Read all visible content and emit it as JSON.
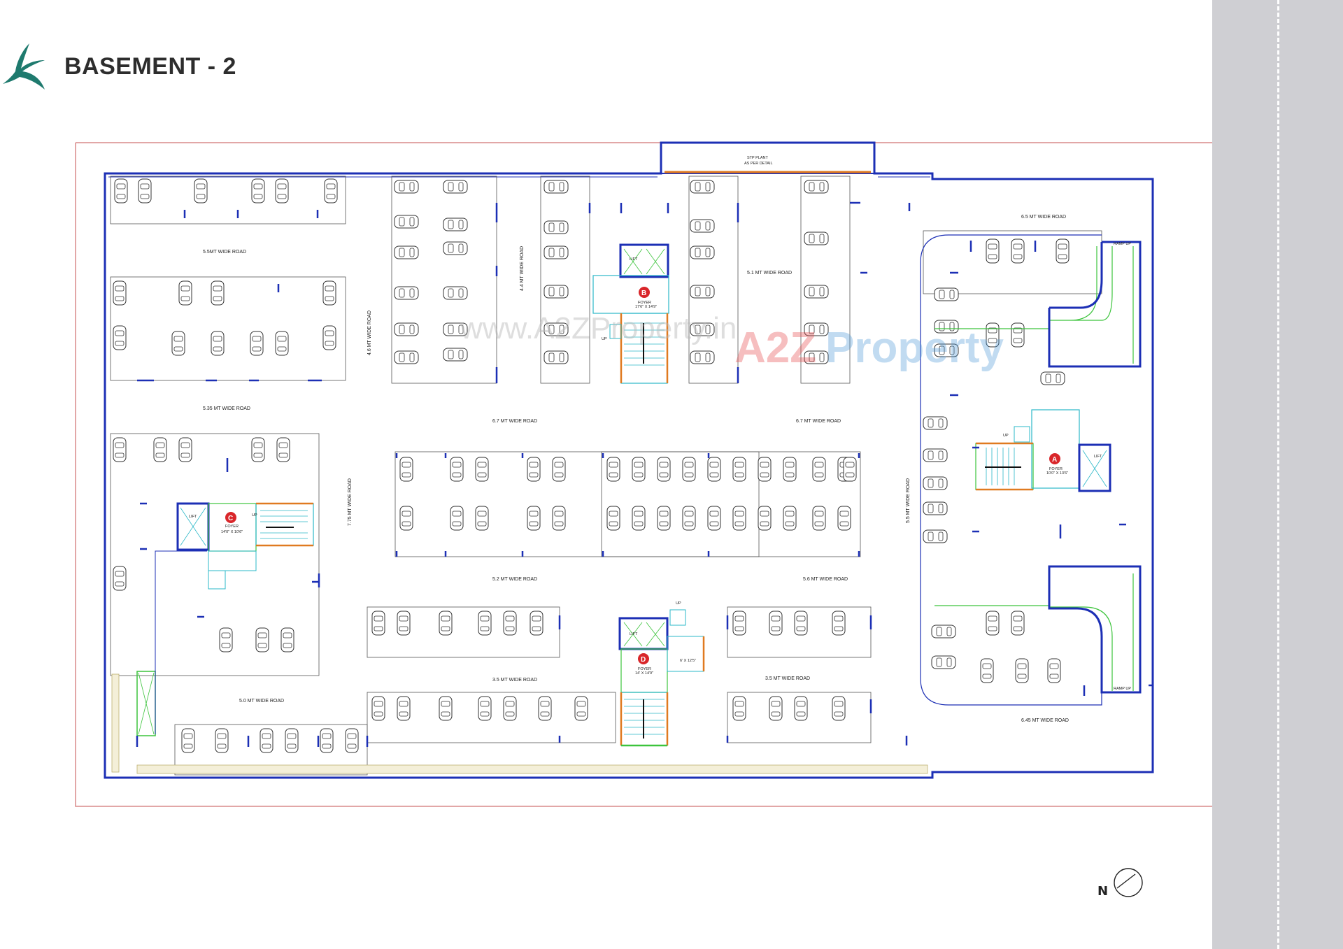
{
  "page": {
    "title": "BASEMENT - 2",
    "brand_color": "#1e7a6e",
    "accent_panel_color": "#cfcfd3"
  },
  "watermark": {
    "url_text": "www.A2ZProperty.in",
    "brand_a2z": "A2Z",
    "brand_property": "Property"
  },
  "plan": {
    "wall_color": "#1c2fb5",
    "boundary_color": "#d98a8a",
    "stair_color": "#2bb8c8",
    "core_wall_color": "#e07a20",
    "ramp_color": "#3cc43c",
    "stp_label": "STP PLANT",
    "stp_sub": "AS PER DETAIL",
    "roads": [
      "5.5MT WIDE ROAD",
      "5.35 MT WIDE ROAD",
      "4.6 MT WIDE ROAD",
      "4.4 MT WIDE ROAD",
      "5.1 MT WIDE ROAD",
      "6.7 MT WIDE ROAD",
      "6.7 MT WIDE ROAD",
      "6.5 MT WIDE ROAD",
      "7.75 MT WIDE ROAD",
      "5.2 MT WIDE ROAD",
      "5.6 MT WIDE ROAD",
      "3.5 MT WIDE ROAD",
      "3.5 MT WIDE ROAD",
      "5.0 MT WIDE ROAD",
      "5.5 MT WIDE ROAD",
      "6.45 MT WIDE ROAD"
    ],
    "cores": [
      {
        "letter": "A",
        "foyer": "FOYER",
        "size": "10'0\" X 13'6\""
      },
      {
        "letter": "B",
        "foyer": "FOYER",
        "size": "17'6\" X 14'9\""
      },
      {
        "letter": "C",
        "foyer": "FOYER",
        "size": "14'0\" X 10'6\""
      },
      {
        "letter": "D",
        "foyer": "FOYER",
        "size": "14' X 14'9\""
      }
    ],
    "lift_label": "LIFT",
    "up_label": "UP",
    "ramp_up_label": "RAMP UP",
    "ramp_up_label_2": "RAMP UP",
    "dim_label": "6' X 12'5\""
  },
  "compass": {
    "label": "N"
  }
}
